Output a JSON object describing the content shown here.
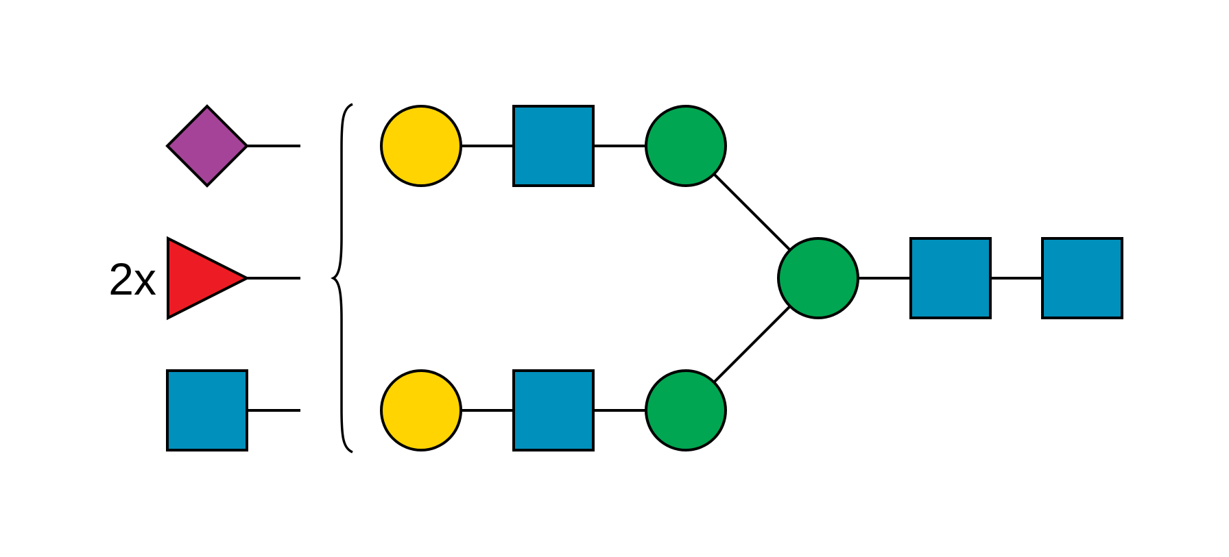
{
  "colors": {
    "galactose": "#FFD400",
    "glcnac": "#0090BC",
    "mannose": "#00A651",
    "fucose": "#ED1C24",
    "neuac": "#A54399",
    "line": "#000000",
    "background": "#FFFFFF"
  },
  "residues": [
    {
      "id": "glcnac-root",
      "type": "glcnac",
      "shape": "square"
    },
    {
      "id": "glcnac-core",
      "type": "glcnac",
      "shape": "square"
    },
    {
      "id": "mannose-core",
      "type": "mannose",
      "shape": "circle"
    },
    {
      "id": "mannose-upper",
      "type": "mannose",
      "shape": "circle"
    },
    {
      "id": "mannose-lower",
      "type": "mannose",
      "shape": "circle"
    },
    {
      "id": "glcnac-upper",
      "type": "glcnac",
      "shape": "square"
    },
    {
      "id": "glcnac-lower",
      "type": "glcnac",
      "shape": "square"
    },
    {
      "id": "galactose-upper",
      "type": "galactose",
      "shape": "circle"
    },
    {
      "id": "galactose-lower",
      "type": "galactose",
      "shape": "circle"
    }
  ],
  "links": [
    [
      "glcnac-root",
      "glcnac-core"
    ],
    [
      "glcnac-core",
      "mannose-core"
    ],
    [
      "mannose-core",
      "mannose-upper"
    ],
    [
      "mannose-core",
      "mannose-lower"
    ],
    [
      "mannose-upper",
      "glcnac-upper"
    ],
    [
      "mannose-lower",
      "glcnac-lower"
    ],
    [
      "glcnac-upper",
      "galactose-upper"
    ],
    [
      "glcnac-lower",
      "galactose-lower"
    ]
  ],
  "uncertain_terminals": [
    {
      "id": "neuac-terminal",
      "type": "neuac",
      "shape": "diamond",
      "multiplier": ""
    },
    {
      "id": "fucose-terminal",
      "type": "fucose",
      "shape": "triangle",
      "multiplier": "2x"
    },
    {
      "id": "glcnac-terminal",
      "type": "glcnac",
      "shape": "square",
      "multiplier": ""
    }
  ]
}
